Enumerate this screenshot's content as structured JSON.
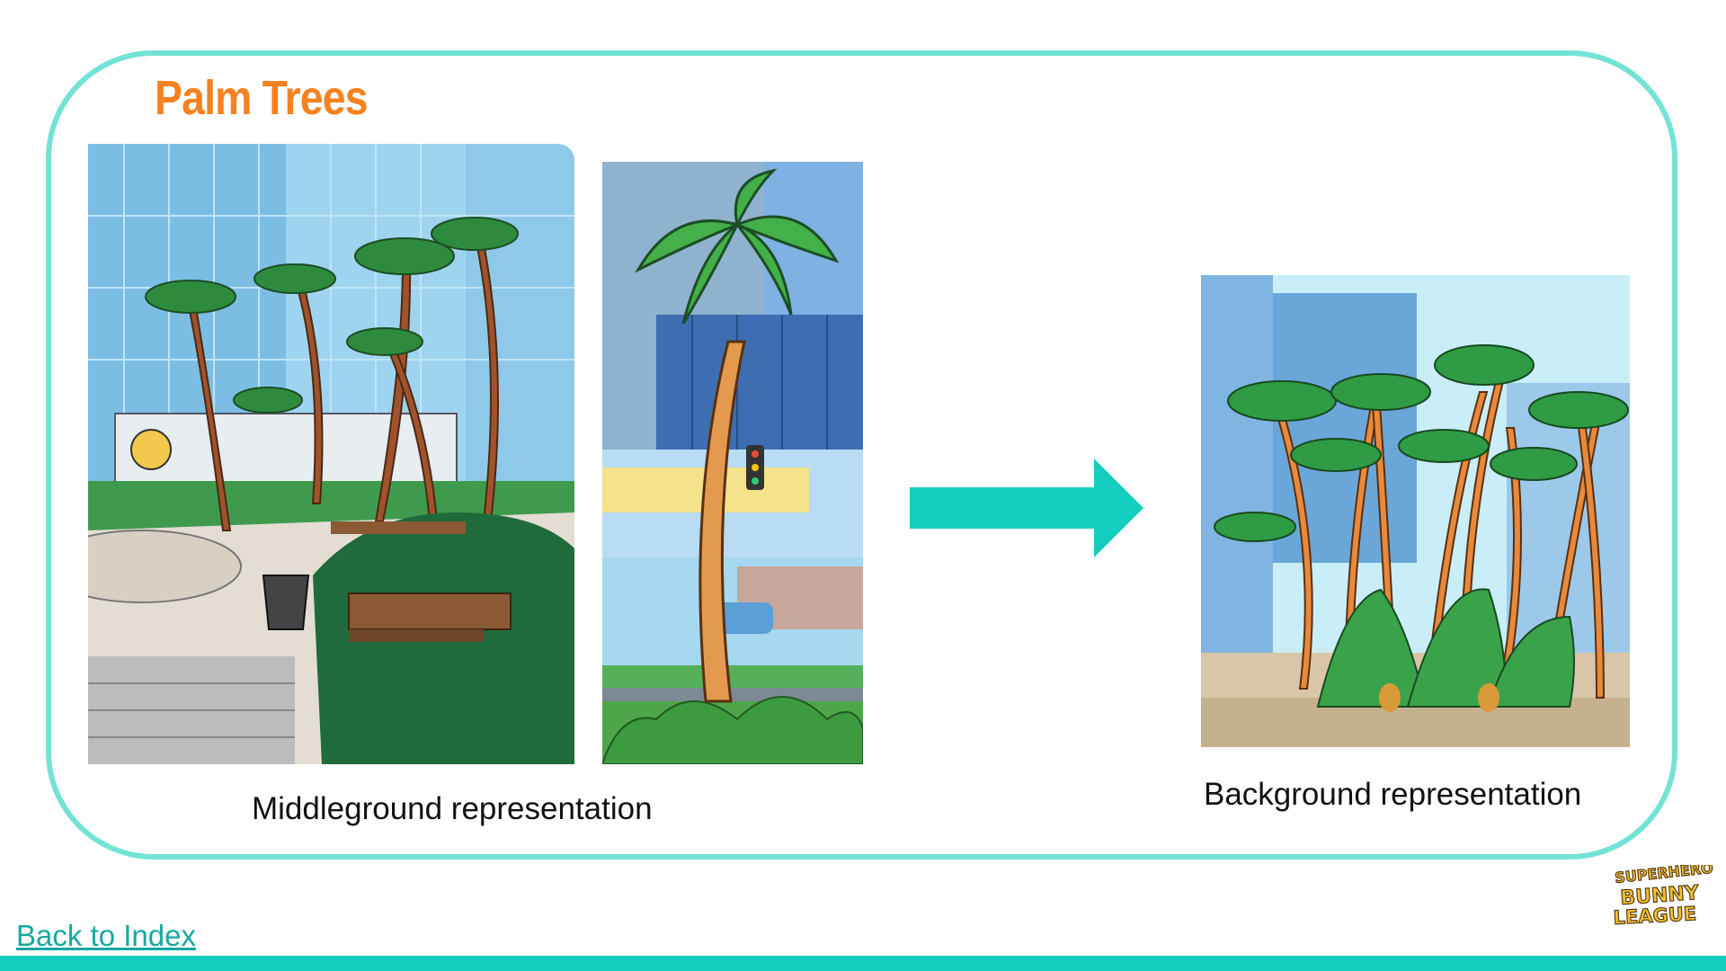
{
  "slide": {
    "title": "Palm Trees",
    "caption_middleground": "Middleground representation",
    "caption_background": "Background representation",
    "back_link": "Back to Index"
  },
  "colors": {
    "frame": "#74e3d6",
    "title": "#f58220",
    "arrow": "#14cdbf",
    "link": "#16a9a1",
    "bar": "#14cdbf"
  },
  "icons": {
    "arrow": "right-arrow-icon",
    "logo": "superhero-bunny-league-logo"
  }
}
